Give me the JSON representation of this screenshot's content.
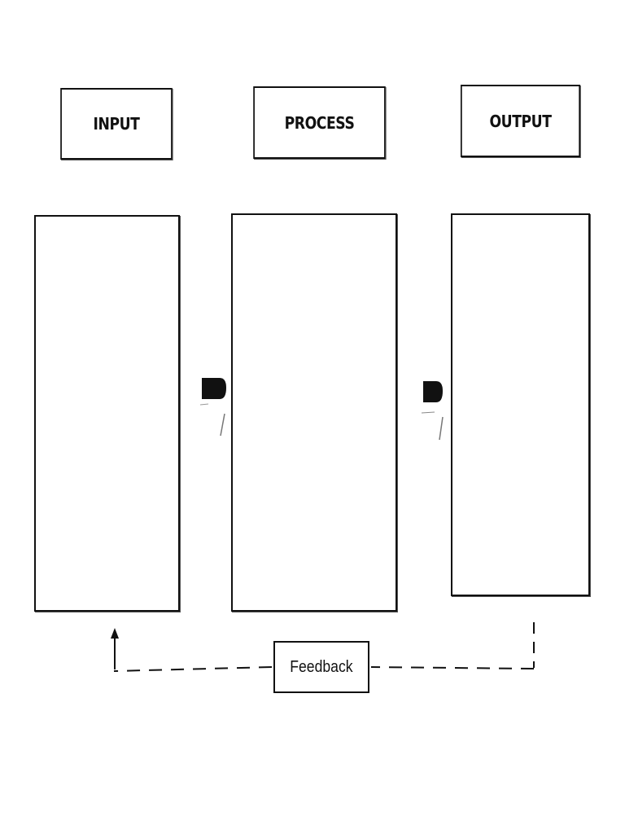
{
  "diagram": {
    "headers": {
      "input": "INPUT",
      "process": "PROCESS",
      "output": "OUTPUT"
    },
    "columns": {
      "input": "",
      "process": "",
      "output": ""
    },
    "feedback_label": "Feedback"
  },
  "colors": {
    "stroke": "#111111",
    "background": "#ffffff"
  },
  "icons": {
    "flow_arrows": "arrow-right-icon",
    "feedback_arrow": "arrow-up-icon"
  }
}
